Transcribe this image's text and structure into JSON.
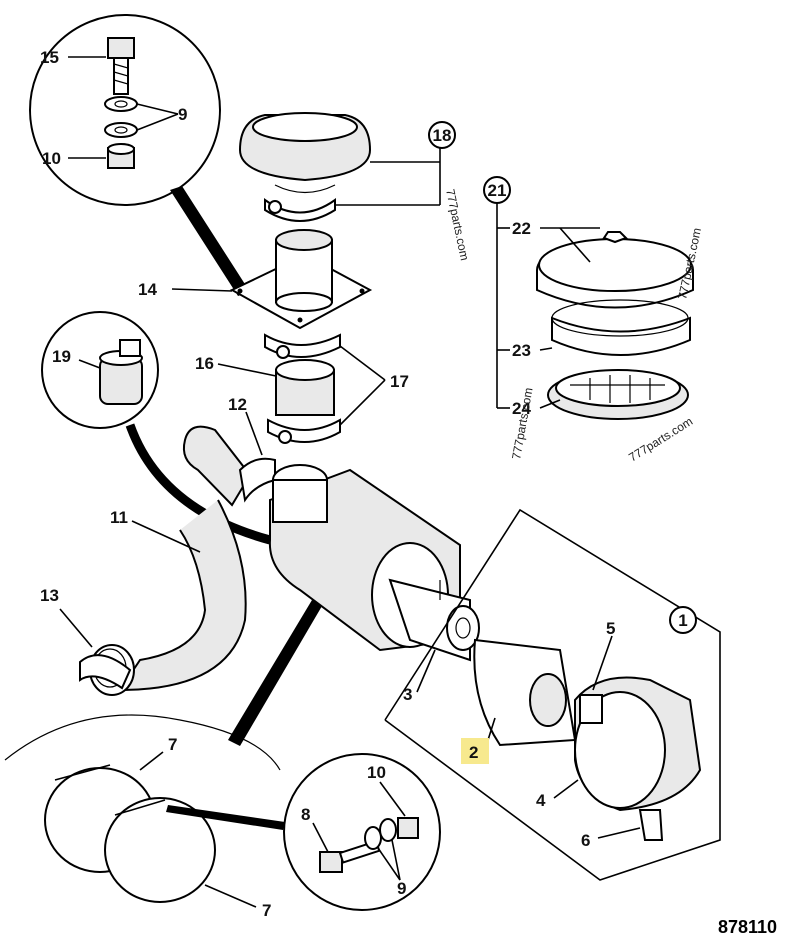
{
  "labels": {
    "l1": "1",
    "l2": "2",
    "l3": "3",
    "l4": "4",
    "l5": "5",
    "l6": "6",
    "l7a": "7",
    "l7b": "7",
    "l8": "8",
    "l9a": "9",
    "l9b": "9",
    "l10a": "10",
    "l10b": "10",
    "l11": "11",
    "l12": "12",
    "l13": "13",
    "l14": "14",
    "l15": "15",
    "l16": "16",
    "l17": "17",
    "l18": "18",
    "l19": "19",
    "l21": "21",
    "l22": "22",
    "l23": "23",
    "l24": "24"
  },
  "watermarks": [
    "777parts.com",
    "777parts.com",
    "777parts.com",
    "777parts.com"
  ],
  "reference_number": "878110",
  "highlight_color": "#f7e98e"
}
